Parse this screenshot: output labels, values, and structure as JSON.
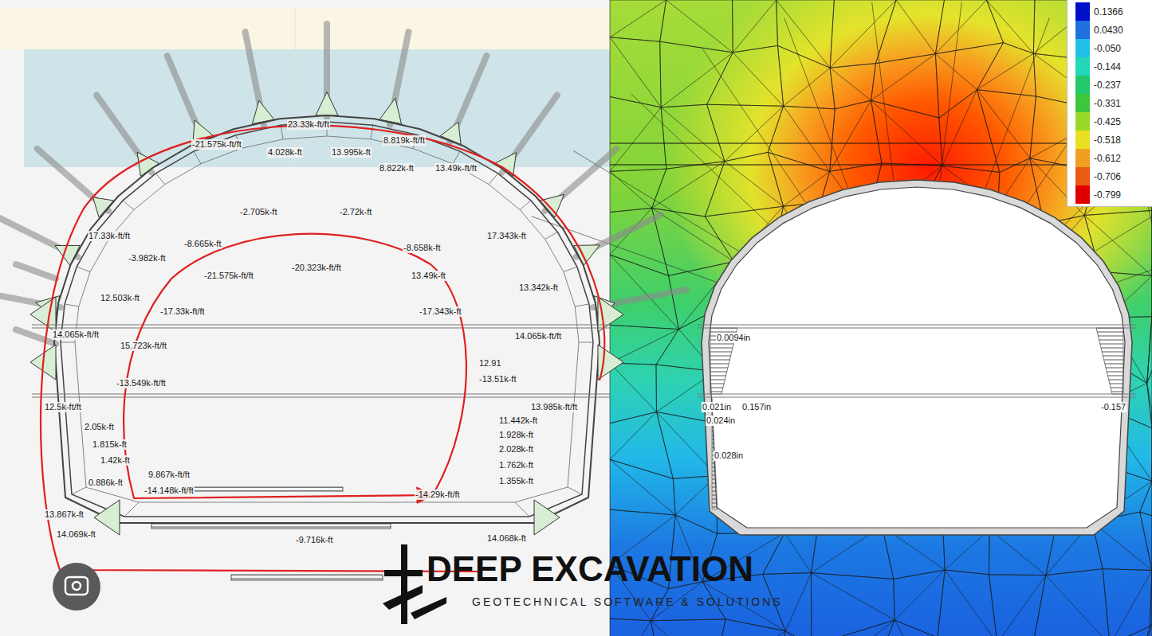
{
  "diagram": {
    "labels": [
      "-21.575k-ft/ft",
      "4.028k-ft",
      "13.995k-ft",
      "23.33k-ft/ft",
      "8.819k-ft/ft",
      "8.822k-ft",
      "13.49k-ft/ft",
      "-2.705k-ft",
      "-2.72k-ft",
      "17.33k-ft/ft",
      "-8.665k-ft",
      "-3.982k-ft",
      "-8.658k-ft",
      "17.343k-ft",
      "-21.575k-ft/ft",
      "-20.323k-ft/ft",
      "13.49k-ft",
      "12.503k-ft",
      "-17.33k-ft/ft",
      "-17.343k-ft",
      "13.342k-ft",
      "14.065k-ft/ft",
      "14.065k-ft/ft",
      "15.723k-ft/ft",
      "12.91",
      "-13.549k-ft/ft",
      "-13.51k-ft",
      "12.5k-ft/ft",
      "13.985k-ft/ft",
      "11.442k-ft",
      "2.05k-ft",
      "1.928k-ft",
      "1.815k-ft",
      "2.028k-ft",
      "1.42k-ft",
      "9.867k-ft/ft",
      "1.762k-ft",
      "0.886k-ft",
      "-14.148k-ft/ft",
      "-14.29k-ft/ft",
      "1.355k-ft",
      "13.867k-ft",
      "-9.716k-ft",
      "14.068k-ft",
      "14.069k-ft",
      "0.0094in",
      "0.021in",
      "0.157in",
      "0.024in",
      "0.028in",
      "-0.157",
      "DEEP EXCAVATION",
      "GEOTECHNICAL SOFTWARE & SOLUTIONS"
    ],
    "legend": [
      {
        "text": "0.1366",
        "color": "#0010c8"
      },
      {
        "text": "0.0430",
        "color": "#1f6fe0"
      },
      {
        "text": "-0.050",
        "color": "#22c0e8"
      },
      {
        "text": "-0.144",
        "color": "#22d8b8"
      },
      {
        "text": "-0.237",
        "color": "#22c86a"
      },
      {
        "text": "-0.331",
        "color": "#3cc83a"
      },
      {
        "text": "-0.425",
        "color": "#98d828"
      },
      {
        "text": "-0.518",
        "color": "#e8e020"
      },
      {
        "text": "-0.612",
        "color": "#f0a020"
      },
      {
        "text": "-0.706",
        "color": "#ea5a10"
      },
      {
        "text": "-0.799",
        "color": "#e00000"
      }
    ]
  }
}
